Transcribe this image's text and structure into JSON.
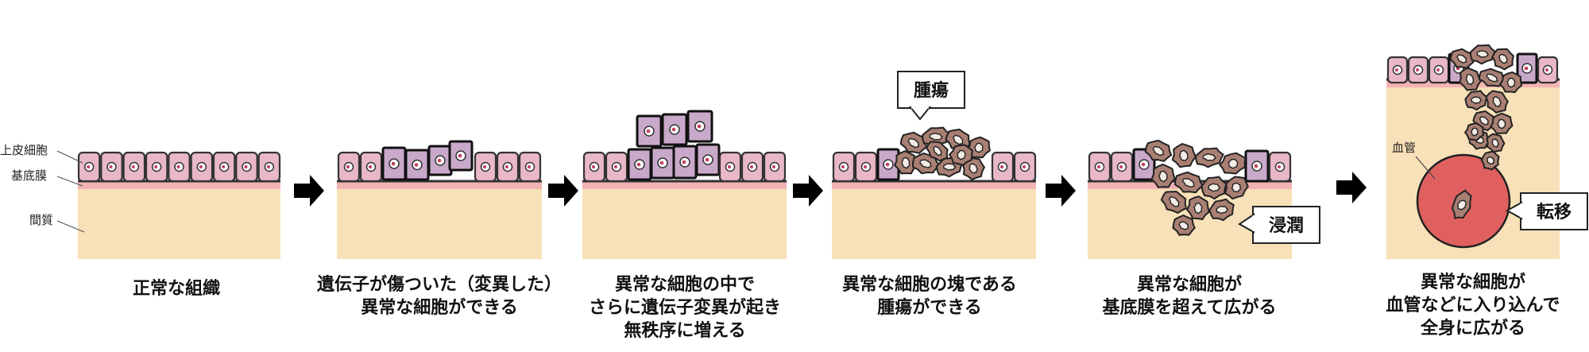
{
  "side_labels": {
    "epithelium": "上皮細胞",
    "basement_membrane": "基底膜",
    "stroma": "間質"
  },
  "panels": [
    {
      "caption": [
        "正常な組織"
      ]
    },
    {
      "caption": [
        "遺伝子が傷ついた（変異した）",
        "異常な細胞ができる"
      ]
    },
    {
      "caption": [
        "異常な細胞の中で",
        "さらに遺伝子変異が起き",
        "無秩序に増える"
      ]
    },
    {
      "caption": [
        "異常な細胞の塊である",
        "腫瘍ができる"
      ],
      "callout": "腫瘍"
    },
    {
      "caption": [
        "異常な細胞が",
        "基底膜を超えて広がる"
      ],
      "callout": "浸潤"
    },
    {
      "caption": [
        "異常な細胞が",
        "血管などに入り込んで",
        "全身に広がる"
      ],
      "callout": "転移",
      "vessel_label": "血管"
    }
  ],
  "colors": {
    "normal_cell": "#e9b8c8",
    "abnormal_cell": "#c9a9c9",
    "tumor_cell": "#a97f73",
    "basement_membrane": "#f2b3b3",
    "stroma": "#f8e1b8",
    "vessel": "#e06060",
    "outline": "#333333"
  }
}
